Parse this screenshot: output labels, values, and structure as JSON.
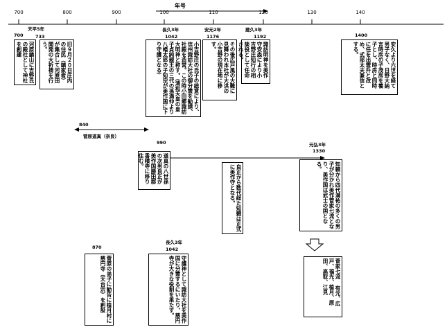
{
  "axis": {
    "title": "年号",
    "ticks": [
      "700",
      "800",
      "900",
      "100",
      "110",
      "120",
      "130",
      "140"
    ]
  },
  "labels": {
    "y700": "700",
    "era733": "天平5年",
    "y733": "733",
    "era1042a": "長久3年",
    "y1042a": "1042",
    "era1176": "安元2年",
    "y1176": "1176",
    "era1192": "建久3年",
    "y1192": "1192",
    "y1400": "1400",
    "y840": "840",
    "sugawara": "菅原道真（奈良）",
    "y990": "990",
    "era1330": "元弘3年",
    "y1330": "1330",
    "y870": "870",
    "era1042b": "長久3年",
    "y1042b": "1042"
  },
  "boxes": {
    "b700": "河原鎮山に吉野氏の殿社として神社を創建",
    "b733": "旧９月２０日庄内の住民（鎮家者）が集合して河原田開発の大祈祷を行う。",
    "b1042": "小吉野庄の氏子の総意により、信州諏訪大社の御分霊を勧請、社殿を造営。この時小田郷諏訪大明神と称す。（清和天皇の皇子貞純親王の三代の孫満仲より八幡太郎の子知宗が美作国に下り守護となる）",
    "b1176": "その後広戸風の大難に見舞われ本社が大洪の小吉野の現在地に移す。",
    "b1192": "諏訪明神を美作守安森により小吉野庄知行の相談役として任命される。",
    "b1400": "安久より六世を経て男子なく、日野大納言時房の子茂房を養子とし、時房と同時に任を出雲升と改め、式部太夫兼信とする。",
    "b990": "道真の八世孫の次男良正が美作国勝田郡香積寺に移り住む。",
    "b_mid": "良正から数代経た知頼は正式に美作守となる。",
    "b1330": "知頼から四代満祐の多くの男子が分かれ美作菅家七流となり、美作国は武士の国となる。",
    "b_kanke": "菅家七流 有元、広戸、福光、植月、原田、高取、江見",
    "b870": "菅原の弟子に勧告に植月村に慈円寺（天台宗）を創設",
    "b1042b": "守護神として諏訪大社を美作国に分霊するにいたり、慈円寺が大きな役割を果たす。"
  }
}
